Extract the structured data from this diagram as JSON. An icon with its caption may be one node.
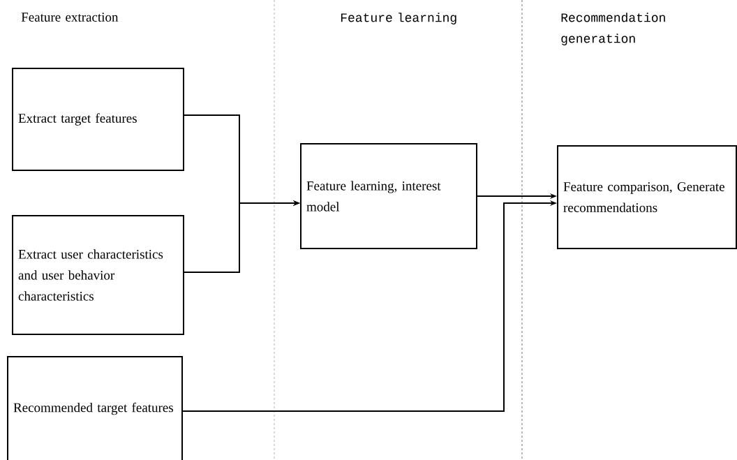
{
  "diagram": {
    "nodes": [
      {
        "text": [
          "Extract target features"
        ]
      },
      {
        "text": [
          "Extract user characteristics and user behavior characteristics"
        ]
      },
      {
        "text": [
          "Recommended target features"
        ]
      },
      {
        "text": [
          "Feature learning, interest model"
        ]
      },
      {
        "text": [
          "Feature comparison, Generate recommendations"
        ]
      }
    ],
    "edges": [
      {
        "from": 0,
        "to": 3,
        "arrow": "to"
      },
      {
        "from": 1,
        "to": 3,
        "arrow": "to"
      },
      {
        "from": 3,
        "to": 4,
        "arrow": "to"
      },
      {
        "from": 2,
        "to": 4,
        "arrow": "to"
      }
    ],
    "labels": [
      "Feature extraction",
      "Feature learning",
      "Recommendation generation"
    ]
  }
}
